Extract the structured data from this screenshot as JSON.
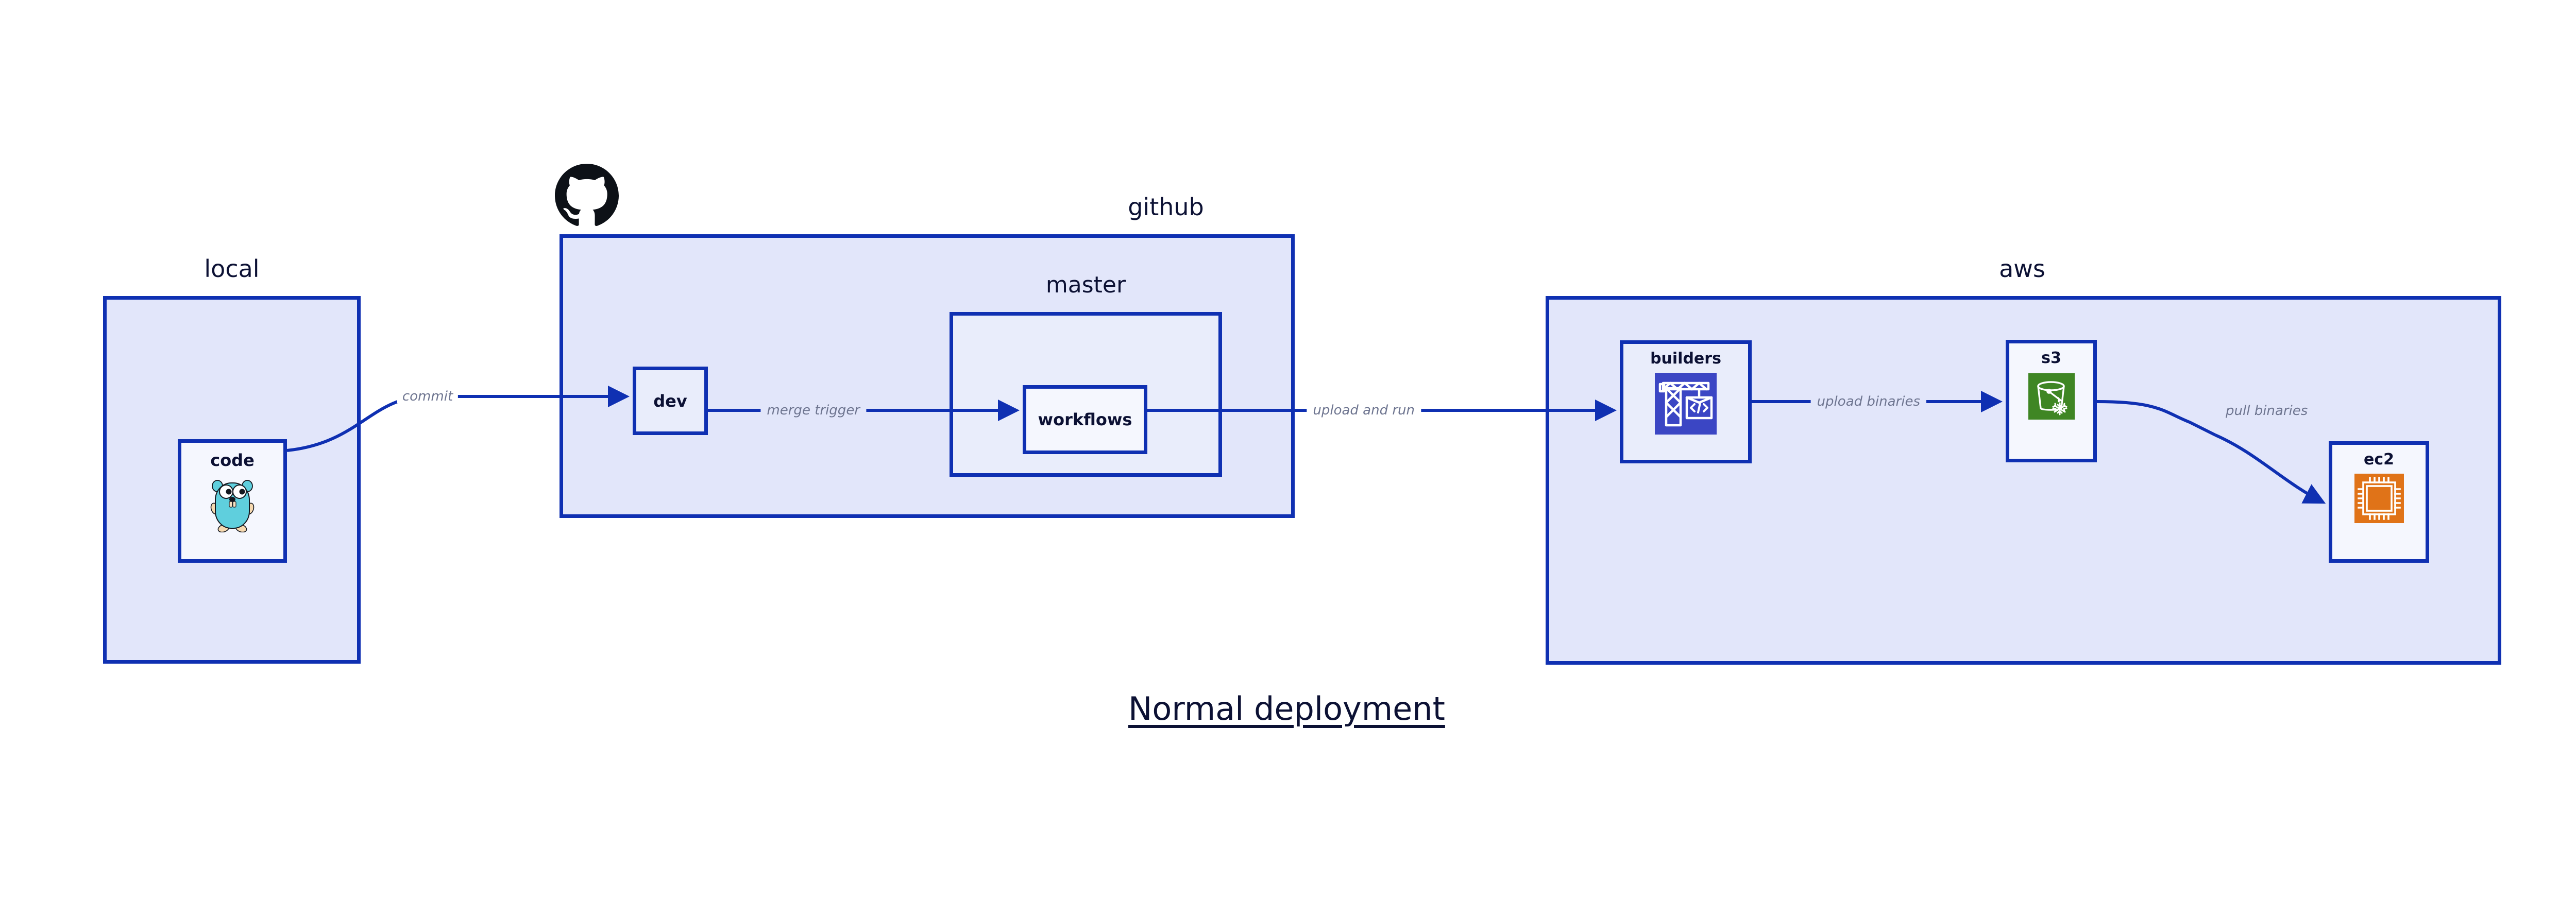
{
  "diagram": {
    "title": "Normal deployment",
    "background_color": "#ffffff",
    "accent_color": "#0f30b2",
    "group_fill": "#e2e6fa",
    "node_fill": "#e9edfb",
    "label_color": "#0c1134",
    "edge_label_color": "#6e7590"
  },
  "groups": [
    {
      "id": "local",
      "label": "local"
    },
    {
      "id": "github",
      "label": "github"
    },
    {
      "id": "master",
      "label": "master"
    },
    {
      "id": "aws",
      "label": "aws"
    }
  ],
  "nodes": [
    {
      "id": "code",
      "label": "code",
      "icon": "go-gopher-icon",
      "icon_color": "#5fcfdd"
    },
    {
      "id": "dev",
      "label": "dev",
      "icon": null,
      "icon_color": null
    },
    {
      "id": "workflows",
      "label": "workflows",
      "icon": null,
      "icon_color": null
    },
    {
      "id": "builders",
      "label": "builders",
      "icon": "crane-code-icon",
      "icon_color": "#3b46c4"
    },
    {
      "id": "s3",
      "label": "s3",
      "icon": "s3-bucket-icon",
      "icon_color": "#3f8624"
    },
    {
      "id": "ec2",
      "label": "ec2",
      "icon": "cpu-chip-icon",
      "icon_color": "#e07318"
    }
  ],
  "edges": [
    {
      "id": "commit",
      "from": "code",
      "to": "dev",
      "label": "commit"
    },
    {
      "id": "merge-trigger",
      "from": "dev",
      "to": "workflows",
      "label": "merge trigger"
    },
    {
      "id": "upload-and-run",
      "from": "workflows",
      "to": "builders",
      "label": "upload and run"
    },
    {
      "id": "upload-binaries",
      "from": "builders",
      "to": "s3",
      "label": "upload binaries"
    },
    {
      "id": "pull-binaries",
      "from": "s3",
      "to": "ec2",
      "label": "pull binaries"
    }
  ],
  "brand_icons": [
    {
      "id": "github-mark",
      "name": "github-logo-icon",
      "color": "#0d1117"
    }
  ]
}
